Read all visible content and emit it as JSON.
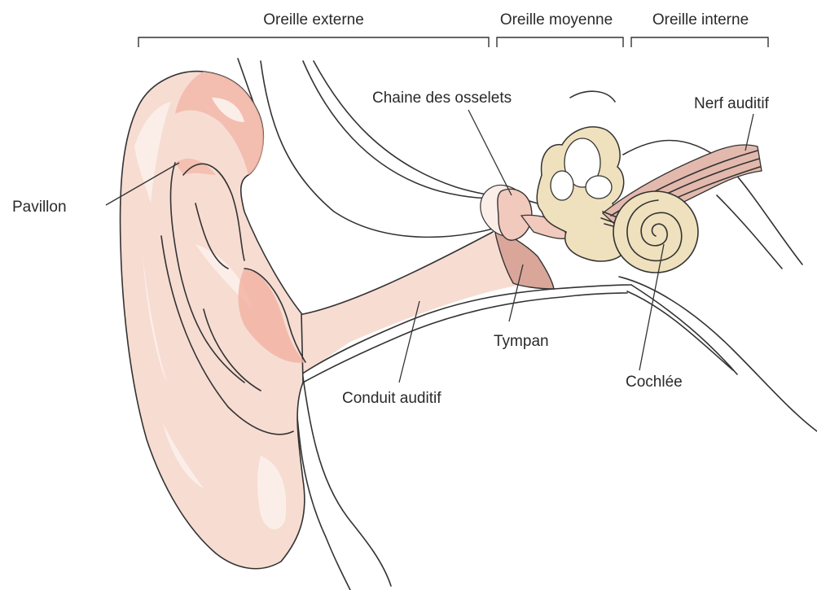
{
  "sections": {
    "outer": "Oreille externe",
    "middle": "Oreille moyenne",
    "inner": "Oreille interne"
  },
  "labels": {
    "pinna": "Pavillon",
    "ossicles": "Chaine des osselets",
    "nerve": "Nerf auditif",
    "eardrum": "Tympan",
    "canal": "Conduit auditif",
    "cochlea": "Cochlée"
  },
  "colors": {
    "skin": "#f7dcd2",
    "skin_dark": "#f2b4a4",
    "skin_light": "#fbeee9",
    "eardrum": "#d9a699",
    "bone": "#efe1bd",
    "nerve": "#e3b9ad"
  }
}
